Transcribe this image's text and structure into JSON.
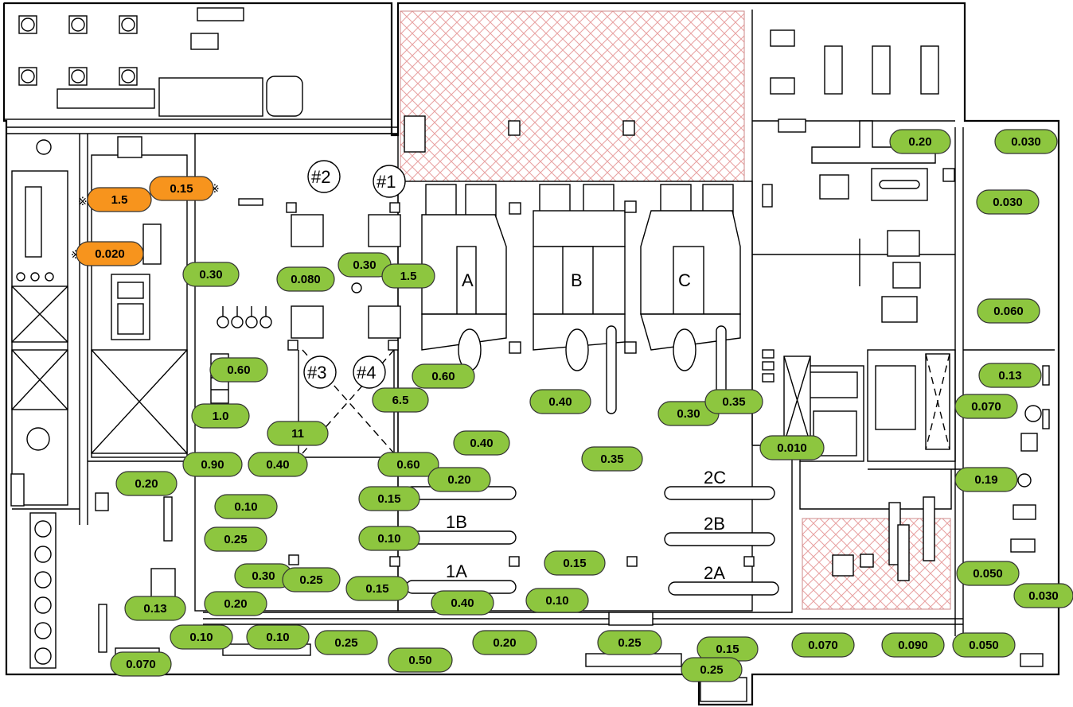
{
  "colors": {
    "normal": "#8dc63f",
    "elevated": "#f7941d",
    "restricted_hatch": "#e8a0a0"
  },
  "markers": {
    "note_symbol": "※"
  },
  "equipment_labels": {
    "unit_a": "A",
    "unit_b": "B",
    "unit_c": "C",
    "tank_1": "#1",
    "tank_2": "#2",
    "tank_3": "#3",
    "tank_4": "#4",
    "line_1a": "1A",
    "line_1b": "1B",
    "line_2a": "2A",
    "line_2b": "2B",
    "line_2c": "2C"
  },
  "readings": [
    {
      "value": "1.5",
      "level": "elevated"
    },
    {
      "value": "0.15",
      "level": "elevated"
    },
    {
      "value": "0.020",
      "level": "elevated"
    },
    {
      "value": "0.30",
      "level": "normal"
    },
    {
      "value": "0.080",
      "level": "normal"
    },
    {
      "value": "0.30",
      "level": "normal"
    },
    {
      "value": "1.5",
      "level": "normal"
    },
    {
      "value": "0.60",
      "level": "normal"
    },
    {
      "value": "0.60",
      "level": "normal"
    },
    {
      "value": "6.5",
      "level": "normal"
    },
    {
      "value": "1.0",
      "level": "normal"
    },
    {
      "value": "11",
      "level": "normal"
    },
    {
      "value": "0.40",
      "level": "normal"
    },
    {
      "value": "0.30",
      "level": "normal"
    },
    {
      "value": "0.35",
      "level": "normal"
    },
    {
      "value": "0.90",
      "level": "normal"
    },
    {
      "value": "0.40",
      "level": "normal"
    },
    {
      "value": "0.60",
      "level": "normal"
    },
    {
      "value": "0.40",
      "level": "normal"
    },
    {
      "value": "0.35",
      "level": "normal"
    },
    {
      "value": "0.20",
      "level": "normal"
    },
    {
      "value": "0.15",
      "level": "normal"
    },
    {
      "value": "0.10",
      "level": "normal"
    },
    {
      "value": "0.15",
      "level": "normal"
    },
    {
      "value": "0.15",
      "level": "normal"
    },
    {
      "value": "0.40",
      "level": "normal"
    },
    {
      "value": "0.10",
      "level": "normal"
    },
    {
      "value": "0.20",
      "level": "normal"
    },
    {
      "value": "0.10",
      "level": "normal"
    },
    {
      "value": "0.25",
      "level": "normal"
    },
    {
      "value": "0.30",
      "level": "normal"
    },
    {
      "value": "0.25",
      "level": "normal"
    },
    {
      "value": "0.13",
      "level": "normal"
    },
    {
      "value": "0.20",
      "level": "normal"
    },
    {
      "value": "0.10",
      "level": "normal"
    },
    {
      "value": "0.10",
      "level": "normal"
    },
    {
      "value": "0.25",
      "level": "normal"
    },
    {
      "value": "0.070",
      "level": "normal"
    },
    {
      "value": "0.50",
      "level": "normal"
    },
    {
      "value": "0.20",
      "level": "normal"
    },
    {
      "value": "0.25",
      "level": "normal"
    },
    {
      "value": "0.15",
      "level": "normal"
    },
    {
      "value": "0.25",
      "level": "normal"
    },
    {
      "value": "0.20",
      "level": "normal"
    },
    {
      "value": "0.030",
      "level": "normal"
    },
    {
      "value": "0.030",
      "level": "normal"
    },
    {
      "value": "0.060",
      "level": "normal"
    },
    {
      "value": "0.13",
      "level": "normal"
    },
    {
      "value": "0.070",
      "level": "normal"
    },
    {
      "value": "0.010",
      "level": "normal"
    },
    {
      "value": "0.19",
      "level": "normal"
    },
    {
      "value": "0.050",
      "level": "normal"
    },
    {
      "value": "0.030",
      "level": "normal"
    },
    {
      "value": "0.070",
      "level": "normal"
    },
    {
      "value": "0.090",
      "level": "normal"
    },
    {
      "value": "0.050",
      "level": "normal"
    }
  ]
}
